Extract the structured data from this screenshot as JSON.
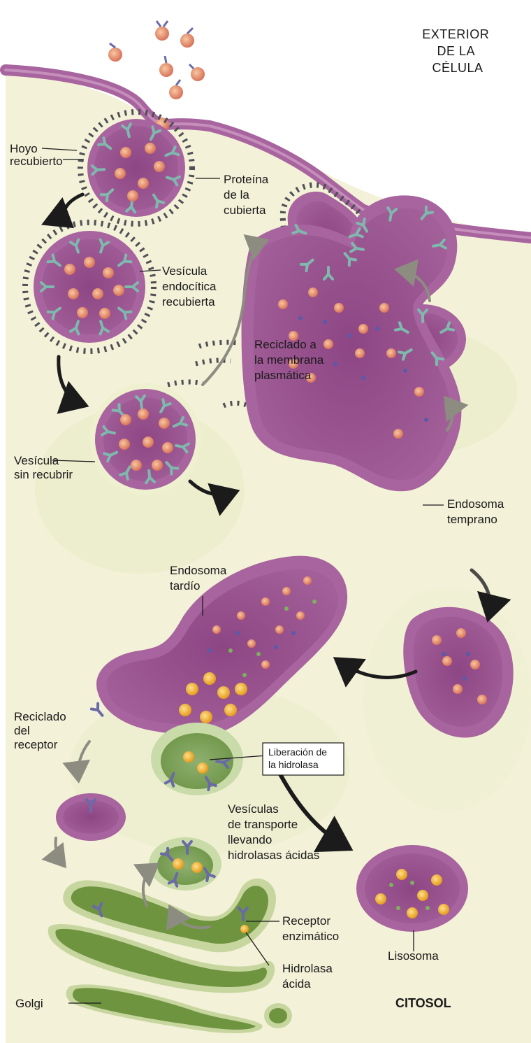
{
  "labels": {
    "exterior": [
      "EXTERIOR",
      "DE LA",
      "CÉLULA"
    ],
    "coated_pit": [
      "Hoyo",
      "recubierto"
    ],
    "coat_protein": [
      "Proteína",
      "de la",
      "cubierta"
    ],
    "coated_vesicle": [
      "Vesícula",
      "endocítica",
      "recubierta"
    ],
    "recycle_membrane": [
      "Reciclado a",
      "la membrana",
      "plasmática"
    ],
    "uncoated_vesicle": [
      "Vesícula",
      "sin recubrir"
    ],
    "early_endosome": [
      "Endosoma",
      "temprano"
    ],
    "late_endosome": [
      "Endosoma",
      "tardío"
    ],
    "receptor_recycling": [
      "Reciclado",
      "del",
      "receptor"
    ],
    "hydrolase_release": [
      "Liberación de",
      "la hidrolasa"
    ],
    "transport_vesicles": [
      "Vesículas",
      "de transporte",
      "llevando",
      "hidrolasas ácidas"
    ],
    "enzyme_receptor": [
      "Receptor",
      "enzimático"
    ],
    "acid_hydrolase": [
      "Hidrolasa",
      "ácida"
    ],
    "lysosome": "Lisosoma",
    "golgi": "Golgi",
    "cytosol": "CITOSOL"
  },
  "colors": {
    "membrane": "#a8649e",
    "lumen": "#9a5290",
    "ligand": "#e8936c",
    "receptor": "#7fb8ad",
    "mannose_receptor": "#6a6aa8",
    "golgi": "#6e9440",
    "hydrolase": "#f0b431",
    "coat": "#4f4f56",
    "cytoplasm": "#efeed0"
  }
}
